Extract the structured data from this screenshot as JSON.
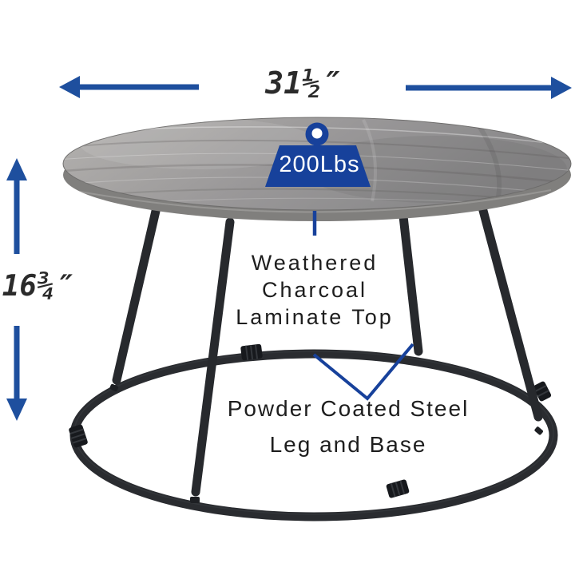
{
  "dimensions": {
    "width": "31½″",
    "height": "16¾″"
  },
  "capacity": {
    "label": "200Lbs"
  },
  "callouts": {
    "top": {
      "lines": [
        "Weathered",
        "Charcoal",
        "Laminate Top"
      ]
    },
    "base": {
      "lines": [
        "Powder Coated Steel",
        "Leg and Base"
      ]
    }
  },
  "icons": {
    "weight": "weight-icon",
    "width_arrows": "horizontal-dimension-arrows",
    "height_arrows": "vertical-dimension-arrows",
    "callout_pointers": "blue-pointer-lines"
  },
  "colors": {
    "arrow_blue": "#1e4f9e",
    "weight_blue": "#17419b",
    "annotation_text": "#1e1e1e",
    "dimension_text": "#2b2b2b",
    "table_top_gray": "#9c9a99",
    "table_rim_gray": "#807f7d",
    "frame_black": "#27292d",
    "background": "#ffffff"
  }
}
